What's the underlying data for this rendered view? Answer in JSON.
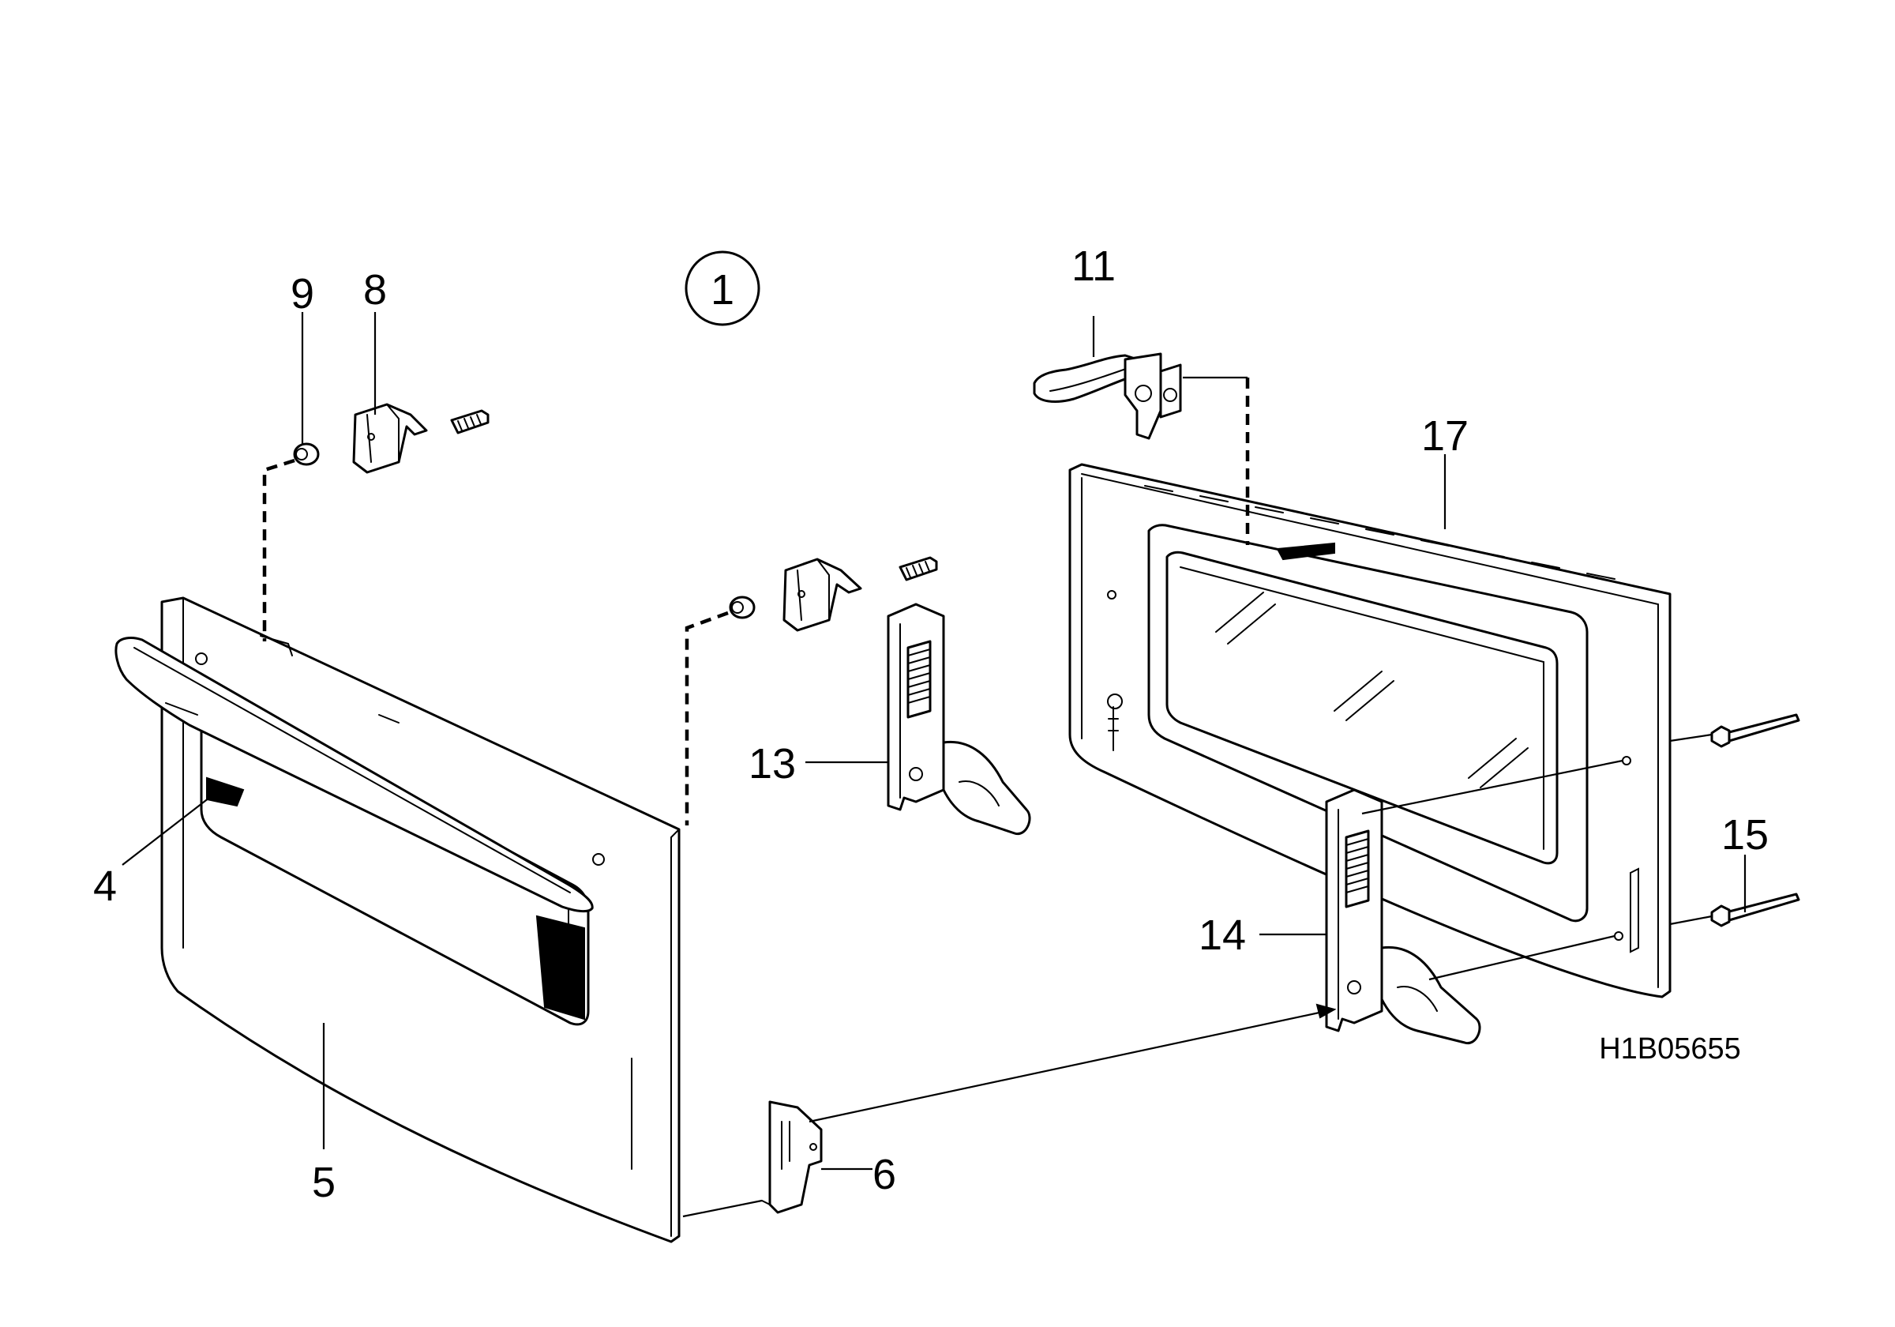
{
  "diagram": {
    "view_number": "1",
    "reference_code": "H1B05655",
    "callouts": [
      {
        "id": "4",
        "label": "4"
      },
      {
        "id": "5",
        "label": "5"
      },
      {
        "id": "6",
        "label": "6"
      },
      {
        "id": "8",
        "label": "8"
      },
      {
        "id": "9",
        "label": "9"
      },
      {
        "id": "11",
        "label": "11"
      },
      {
        "id": "13",
        "label": "13"
      },
      {
        "id": "14",
        "label": "14"
      },
      {
        "id": "15",
        "label": "15"
      },
      {
        "id": "17",
        "label": "17"
      }
    ]
  }
}
